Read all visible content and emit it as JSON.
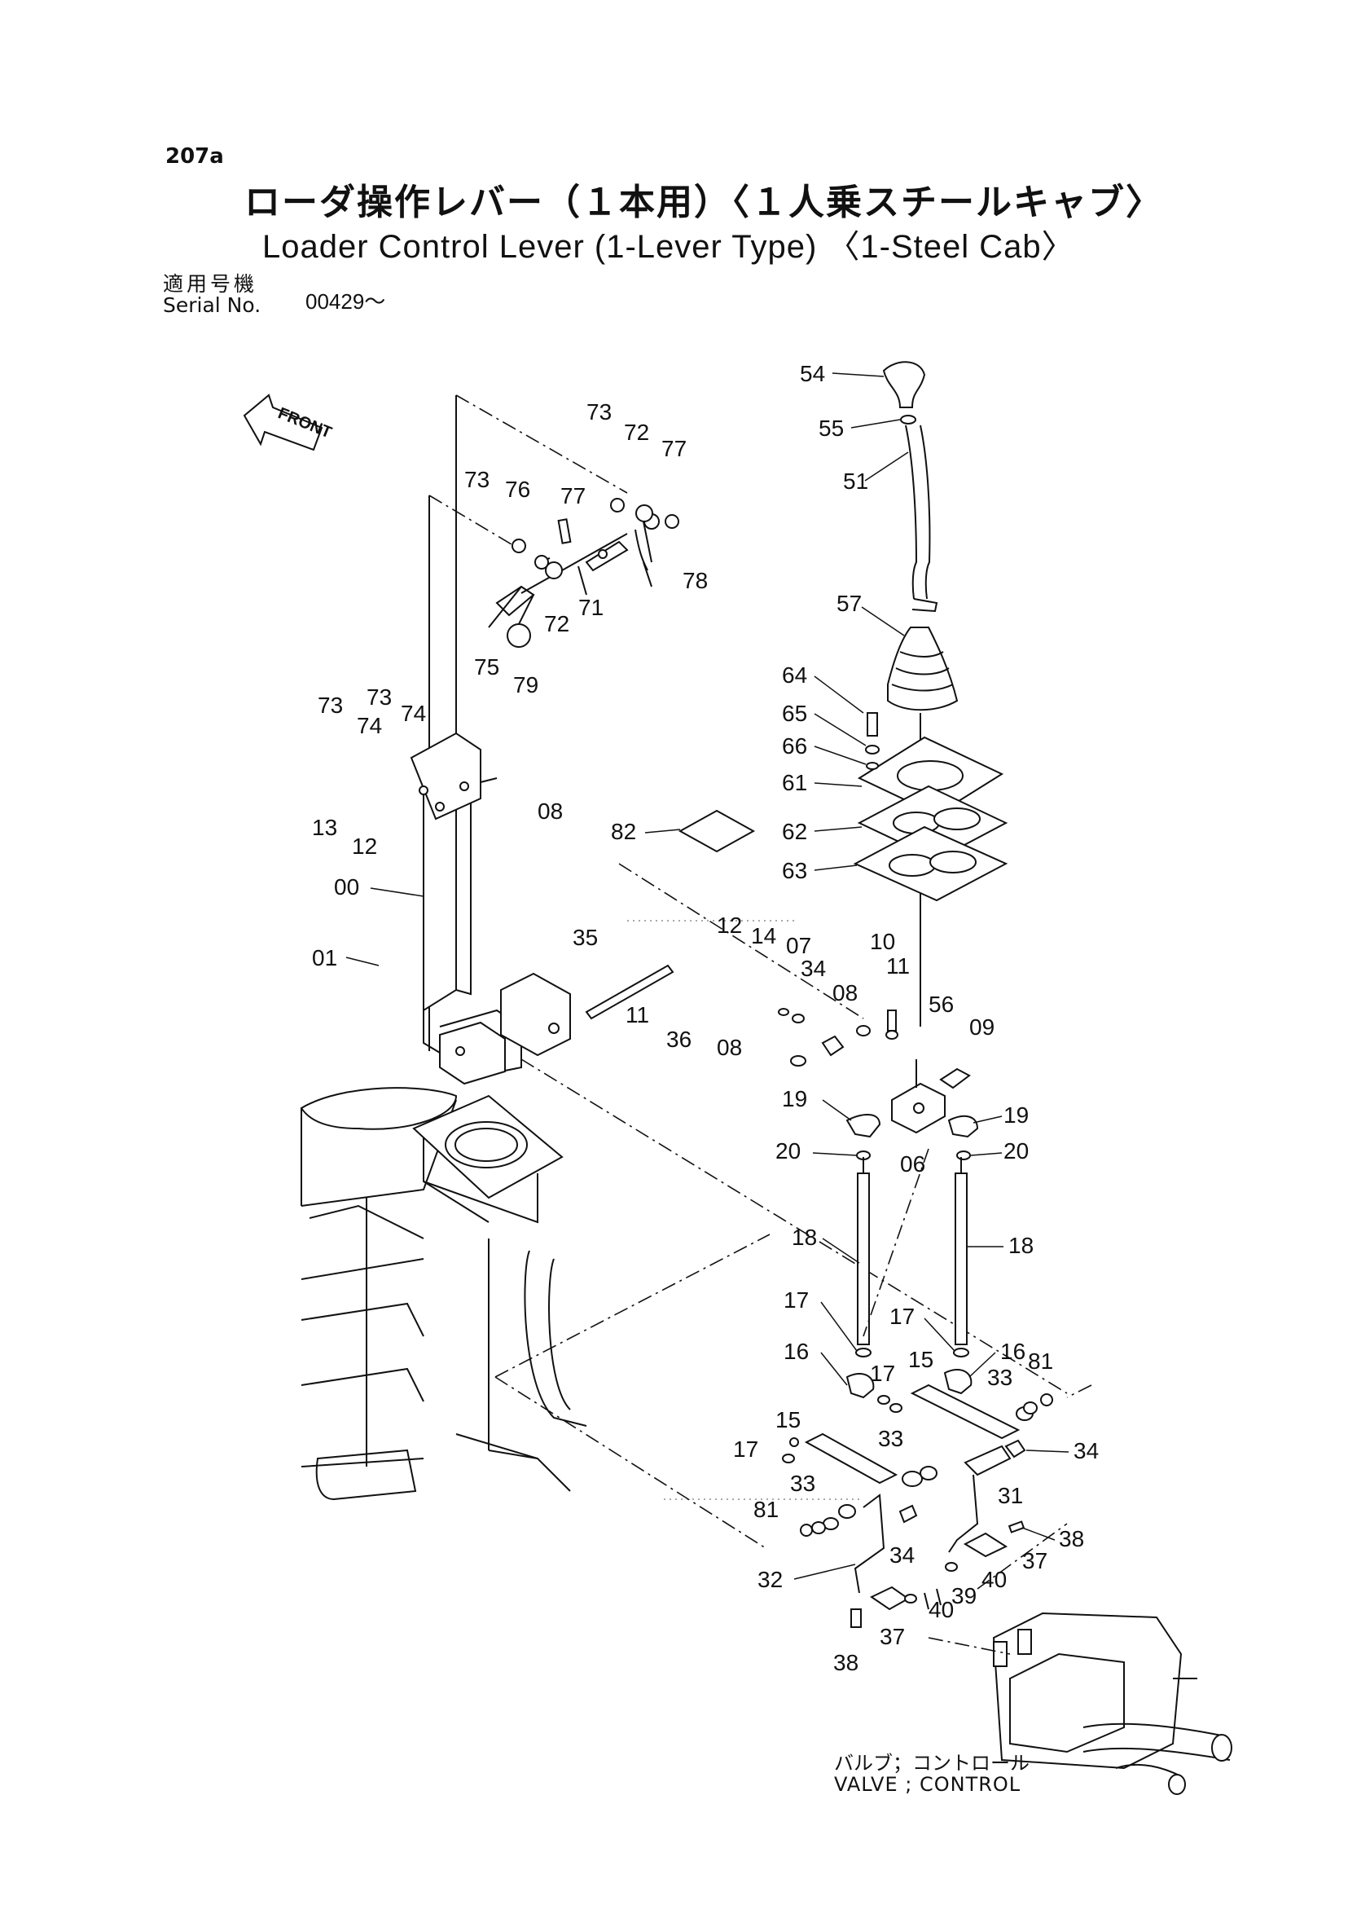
{
  "header": {
    "page_number": "207a",
    "title_ja": "ローダ操作レバー（１本用）〈１人乗スチールキャブ〉",
    "title_en": "Loader Control Lever (1-Lever Type) 〈1-Steel Cab〉",
    "serial_label_ja": "適用号機",
    "serial_label_en": "Serial No.",
    "serial_value": "00429～"
  },
  "diagram": {
    "front_label": "FRONT",
    "valve_label_ja": "バルブ；コントロール",
    "valve_label_en": "VALVE ; CONTROL",
    "callouts": [
      "54",
      "55",
      "51",
      "57",
      "64",
      "65",
      "66",
      "61",
      "62",
      "63",
      "82",
      "73",
      "72",
      "77",
      "76",
      "77",
      "78",
      "73",
      "72",
      "71",
      "75",
      "79",
      "73",
      "73",
      "74",
      "74",
      "13",
      "12",
      "08",
      "00",
      "01",
      "35",
      "11",
      "36",
      "12",
      "14",
      "07",
      "34",
      "08",
      "10",
      "11",
      "08",
      "56",
      "09",
      "19",
      "19",
      "20",
      "06",
      "20",
      "18",
      "18",
      "17",
      "17",
      "16",
      "15",
      "16",
      "33",
      "81",
      "17",
      "15",
      "17",
      "33",
      "34",
      "33",
      "81",
      "34",
      "31",
      "38",
      "32",
      "37",
      "40",
      "39",
      "40",
      "37",
      "38"
    ]
  }
}
